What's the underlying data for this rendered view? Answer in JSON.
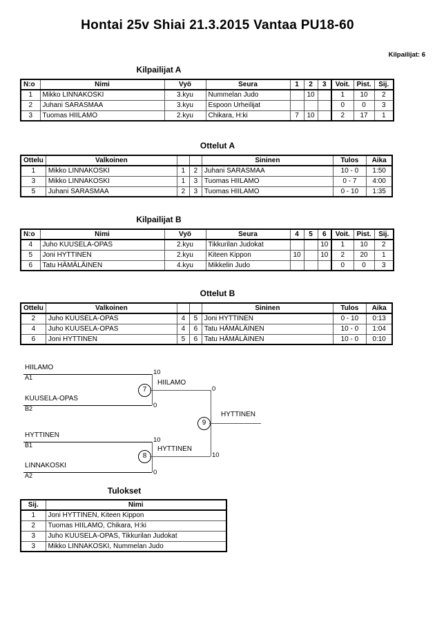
{
  "header": {
    "title": "Hontai 25v Shiai  21.3.2015  Vantaa   PU18-60",
    "competitors_label": "Kilpailijat: 6"
  },
  "sections": {
    "pool_a_title": "Kilpailijat A",
    "matches_a_title": "Ottelut A",
    "pool_b_title": "Kilpailijat B",
    "matches_b_title": "Ottelut B",
    "results_title": "Tulokset"
  },
  "pool_a": {
    "columns": [
      "N:o",
      "Nimi",
      "Vyö",
      "Seura",
      "1",
      "2",
      "3",
      "Voit.",
      "Pist.",
      "Sij."
    ],
    "rows": [
      {
        "no": "1",
        "name": "Mikko LINNAKOSKI",
        "belt": "3.kyu",
        "club": "Nummelan Judo",
        "m1": "",
        "m2": "10",
        "m3": "",
        "wins": "1",
        "points": "10",
        "rank": "2"
      },
      {
        "no": "2",
        "name": "Juhani SARASMAA",
        "belt": "3.kyu",
        "club": "Espoon Urheilijat",
        "m1": "",
        "m2": "",
        "m3": "",
        "wins": "0",
        "points": "0",
        "rank": "3"
      },
      {
        "no": "3",
        "name": "Tuomas HIILAMO",
        "belt": "2.kyu",
        "club": "Chikara, H:ki",
        "m1": "7",
        "m2": "10",
        "m3": "",
        "wins": "2",
        "points": "17",
        "rank": "1"
      }
    ]
  },
  "matches_a": {
    "columns": [
      "Ottelu",
      "Valkoinen",
      "",
      "",
      "Sininen",
      "Tulos",
      "Aika"
    ],
    "rows": [
      {
        "match": "1",
        "white": "Mikko LINNAKOSKI",
        "white_no": "1",
        "blue_no": "2",
        "blue": "Juhani SARASMAA",
        "result": "10 - 0",
        "time": "1:50"
      },
      {
        "match": "3",
        "white": "Mikko LINNAKOSKI",
        "white_no": "1",
        "blue_no": "3",
        "blue": "Tuomas HIILAMO",
        "result": "0 - 7",
        "time": "4:00"
      },
      {
        "match": "5",
        "white": "Juhani SARASMAA",
        "white_no": "2",
        "blue_no": "3",
        "blue": "Tuomas HIILAMO",
        "result": "0 - 10",
        "time": "1:35"
      }
    ]
  },
  "pool_b": {
    "columns": [
      "N:o",
      "Nimi",
      "Vyö",
      "Seura",
      "4",
      "5",
      "6",
      "Voit.",
      "Pist.",
      "Sij."
    ],
    "rows": [
      {
        "no": "4",
        "name": "Juho KUUSELA-OPAS",
        "belt": "2.kyu",
        "club": "Tikkurilan Judokat",
        "m1": "",
        "m2": "",
        "m3": "10",
        "wins": "1",
        "points": "10",
        "rank": "2"
      },
      {
        "no": "5",
        "name": "Joni HYTTINEN",
        "belt": "2.kyu",
        "club": "Kiteen Kippon",
        "m1": "10",
        "m2": "",
        "m3": "10",
        "wins": "2",
        "points": "20",
        "rank": "1"
      },
      {
        "no": "6",
        "name": "Tatu HÄMÄLÄINEN",
        "belt": "4.kyu",
        "club": "Mikkelin Judo",
        "m1": "",
        "m2": "",
        "m3": "",
        "wins": "0",
        "points": "0",
        "rank": "3"
      }
    ]
  },
  "matches_b": {
    "columns": [
      "Ottelu",
      "Valkoinen",
      "",
      "",
      "Sininen",
      "Tulos",
      "Aika"
    ],
    "rows": [
      {
        "match": "2",
        "white": "Juho KUUSELA-OPAS",
        "white_no": "4",
        "blue_no": "5",
        "blue": "Joni HYTTINEN",
        "result": "0 - 10",
        "time": "0:13"
      },
      {
        "match": "4",
        "white": "Juho KUUSELA-OPAS",
        "white_no": "4",
        "blue_no": "6",
        "blue": "Tatu HÄMÄLÄINEN",
        "result": "10 - 0",
        "time": "1:04"
      },
      {
        "match": "6",
        "white": "Joni HYTTINEN",
        "white_no": "5",
        "blue_no": "6",
        "blue": "Tatu HÄMÄLÄINEN",
        "result": "10 - 0",
        "time": "0:10"
      }
    ]
  },
  "bracket": {
    "semi1": {
      "number": "7",
      "top_name": "HIILAMO",
      "top_seed": "A1",
      "top_score": "10",
      "bottom_name": "KUUSELA-OPAS",
      "bottom_seed": "B2",
      "bottom_score": "0",
      "winner": "HIILAMO"
    },
    "semi2": {
      "number": "8",
      "top_name": "HYTTINEN",
      "top_seed": "B1",
      "top_score": "10",
      "bottom_name": "LINNAKOSKI",
      "bottom_seed": "A2",
      "bottom_score": "0",
      "winner": "HYTTINEN"
    },
    "final": {
      "number": "9",
      "top_score": "0",
      "bottom_score": "10",
      "winner": "HYTTINEN"
    }
  },
  "results": {
    "columns": [
      "Sij.",
      "Nimi"
    ],
    "rows": [
      {
        "rank": "1",
        "name": "Joni HYTTINEN, Kiteen Kippon"
      },
      {
        "rank": "2",
        "name": "Tuomas HIILAMO, Chikara, H:ki"
      },
      {
        "rank": "3",
        "name": "Juho KUUSELA-OPAS, Tikkurilan Judokat"
      },
      {
        "rank": "3",
        "name": "Mikko LINNAKOSKI, Nummelan Judo"
      }
    ]
  }
}
